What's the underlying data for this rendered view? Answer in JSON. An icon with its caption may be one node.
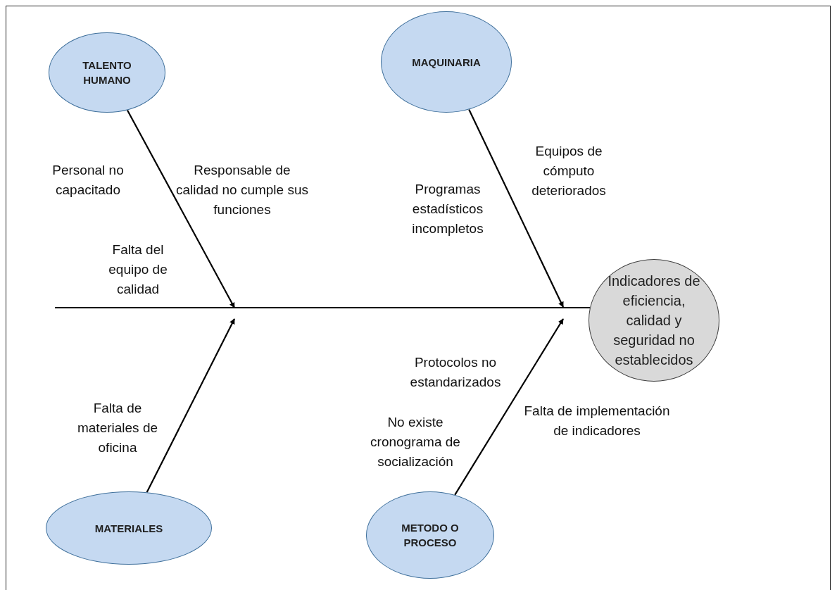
{
  "diagram": {
    "nodes": [
      {
        "text": [
          "TALENTO HUMANO"
        ]
      },
      {
        "text": [
          "MAQUINARIA"
        ]
      },
      {
        "text": [
          "Indicadores de eficiencia, calidad y seguridad no establecidos"
        ]
      },
      {
        "text": [
          "MATERIALES"
        ]
      },
      {
        "text": [
          "METODO O PROCESO"
        ]
      }
    ],
    "edges": [
      {
        "from": null,
        "to": 2,
        "arrow": "none"
      },
      {
        "from": 0,
        "to": null,
        "arrow": "to"
      },
      {
        "from": 1,
        "to": null,
        "arrow": "to"
      },
      {
        "from": 3,
        "to": null,
        "arrow": "to"
      },
      {
        "from": 4,
        "to": null,
        "arrow": "to"
      }
    ],
    "labels": [
      "Personal no capacitado",
      "Responsable de calidad no cumple sus funciones",
      "Equipos de cómputo deteriorados",
      "Programas estadísticos incompletos",
      "Falta del equipo de calidad",
      "Protocolos no estandarizados",
      "No existe cronograma de socialización",
      "Falta de materiales de oficina",
      "Falta de implementación de indicadores"
    ]
  }
}
